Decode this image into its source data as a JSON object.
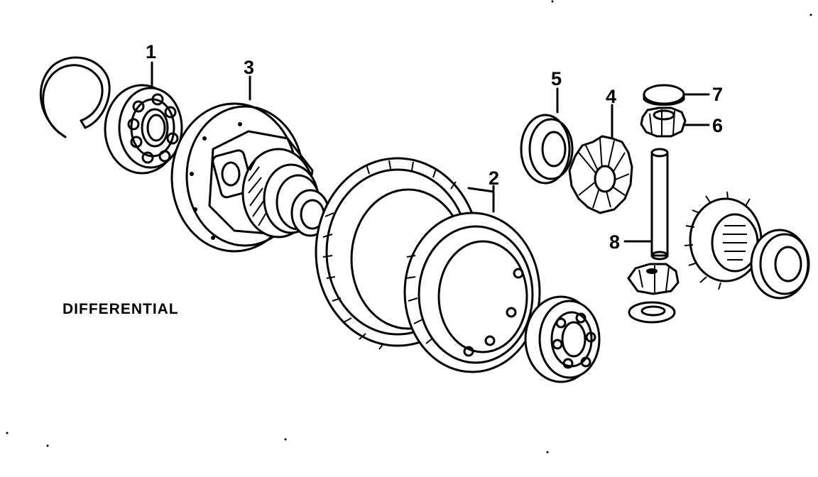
{
  "caption": "DIFFERENTIAL",
  "callouts": [
    "1",
    "2",
    "3",
    "4",
    "5",
    "6",
    "7",
    "8"
  ],
  "colors": {
    "ink": "#000000",
    "paper": "#ffffff"
  }
}
